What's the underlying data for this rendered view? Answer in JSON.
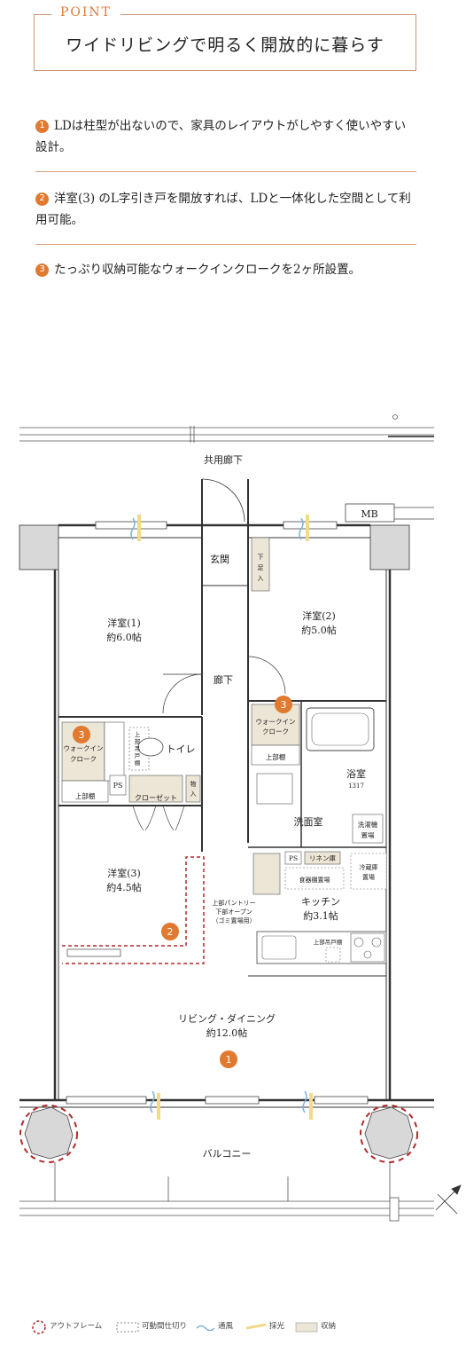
{
  "header": {
    "point_label": "POINT",
    "title": "ワイドリビングで明るく開放的に暮らす"
  },
  "points": [
    {
      "num": "1",
      "text": "LDは柱型が出ないので、家具のレイアウトがしやすく使いやすい設計。"
    },
    {
      "num": "2",
      "text": "洋室(3) のL字引き戸を開放すれば、LDと一体化した空間として利用可能。"
    },
    {
      "num": "3",
      "text": "たっぷり収納可能なウォークインクロークを2ヶ所設置。"
    }
  ],
  "floorplan": {
    "corridor": "共用廊下",
    "mb": "MB",
    "entrance": "玄関",
    "shoe_storage": [
      "下",
      "足",
      "入"
    ],
    "room2_name": "洋室(2)",
    "room2_size": "約5.0帖",
    "room1_name": "洋室(1)",
    "room1_size": "約6.0帖",
    "hallway": "廊下",
    "wic_left": [
      "ウォークイン",
      "クローク"
    ],
    "wic_right": [
      "ウォークイン",
      "クローク"
    ],
    "upper_shelf": "上部棚",
    "toilet": "トイレ",
    "toilet_shelf": [
      "上",
      "部",
      "吊",
      "戸",
      "棚"
    ],
    "ps": "PS",
    "closet": "クローゼット",
    "storage": [
      "物",
      "入"
    ],
    "bath_name": "浴室",
    "bath_size": "1317",
    "washroom": "洗面室",
    "linen": "リネン庫",
    "washer": [
      "洗濯機",
      "置場"
    ],
    "fridge": [
      "冷蔵庫",
      "置場"
    ],
    "dish": "食器棚置場",
    "room3_name": "洋室(3)",
    "room3_size": "約4.5帖",
    "pantry": [
      "上部パントリー",
      "下部オープン",
      "（ゴミ置場用）"
    ],
    "kitchen_name": "キッチン",
    "kitchen_size": "約3.1帖",
    "hanging_cabinet": "上部吊戸棚",
    "living_name": "リビング・ダイニング",
    "living_size": "約12.0帖",
    "balcony": "バルコニー",
    "markers": [
      "1",
      "2",
      "3",
      "3"
    ]
  },
  "legend": {
    "outframe": "アウトフレーム",
    "movable": "可動間仕切り",
    "ventilation": "通風",
    "daylight": "採光",
    "storage": "収納"
  },
  "colors": {
    "accent": "#e07a30",
    "frame": "#b22a2a",
    "storage": "#ece6d6",
    "wind": "#7fb4d8",
    "light": "#f3d98a"
  }
}
